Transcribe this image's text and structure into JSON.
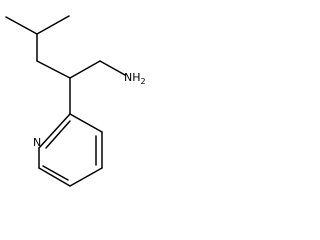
{
  "molecule": {
    "amine_label": "NH",
    "amine_subscript": "2",
    "ring_nitrogen_label": "N"
  }
}
